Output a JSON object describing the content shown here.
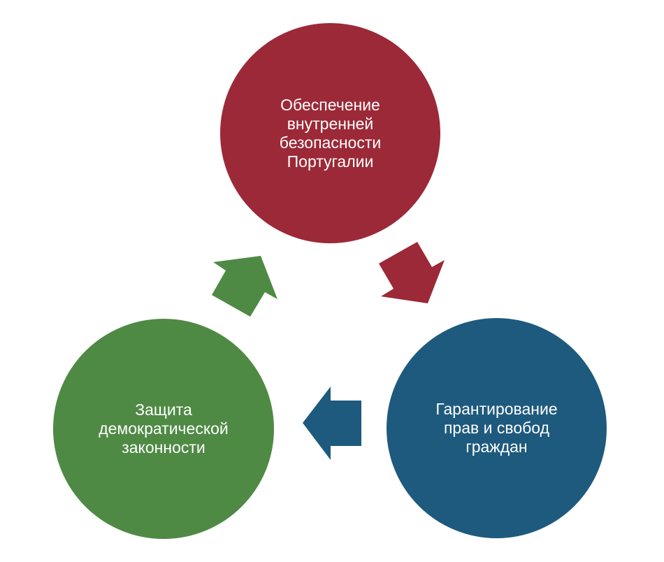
{
  "colors": {
    "red": "#9c2937",
    "green": "#4f8a45",
    "blue": "#1e5a7e"
  },
  "nodes": [
    {
      "id": "red",
      "label": "Обеспечение\nвнутренней\nбезопасности\nПортугалии"
    },
    {
      "id": "blue",
      "label": "Гарантирование\nправ и свобод\nграждан"
    },
    {
      "id": "green",
      "label": "Защита\nдемократической\nзаконности"
    }
  ]
}
